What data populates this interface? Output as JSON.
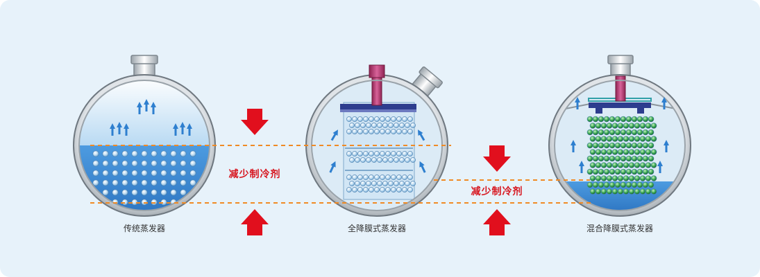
{
  "captions": {
    "traditional": "传统蒸发器",
    "falling_film": "全降膜式蒸发器",
    "hybrid": "混合降膜式蒸发器"
  },
  "callouts": {
    "left": "减少制冷剂",
    "right": "减少制冷剂"
  },
  "colors": {
    "background": "#e7f2fa",
    "arrow_red": "#e10f1d",
    "dashed_line": "#f08a24",
    "liquid": "#3c8ed6",
    "tube_blue": "#b9d8ef",
    "tube_green": "#2e9d4d",
    "pipe_magenta": "#b3356a",
    "flow_arrow": "#2e7fcf"
  },
  "icons": [
    "up-arrow-icon",
    "down-arrow-icon",
    "flow-arrow-icon"
  ]
}
